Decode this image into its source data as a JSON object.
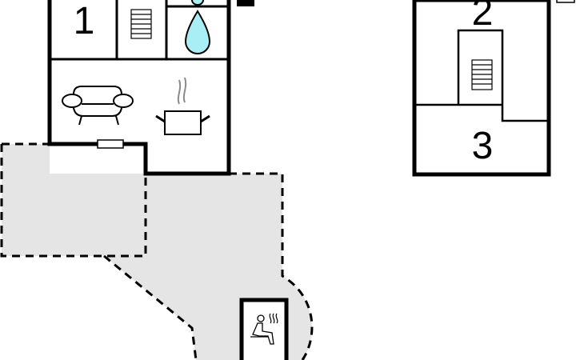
{
  "floorplan": {
    "rooms": [
      {
        "label": "1"
      },
      {
        "label": "2"
      },
      {
        "label": "3"
      }
    ],
    "icons": [
      "stairs-icon",
      "water-drop-icon",
      "sofa-icon",
      "cooking-pot-icon",
      "sauna-icon"
    ],
    "colors": {
      "wall": "#000000",
      "terrace": "#e5e5e5",
      "water": "#a8eef4",
      "steam": "#8a8a8a"
    }
  }
}
